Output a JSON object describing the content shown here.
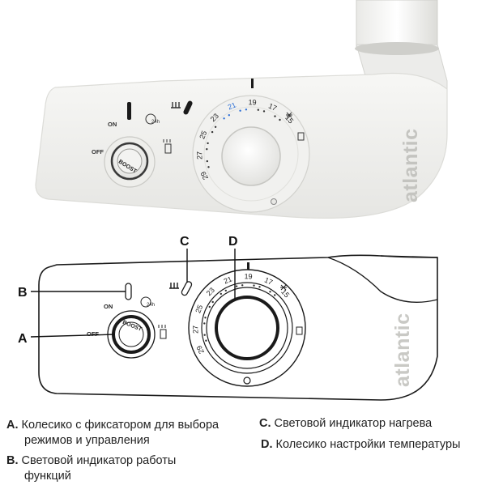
{
  "photo": {
    "brand": "atlantic",
    "mode_on": "ON",
    "mode_off": "OFF",
    "boost": "BOOST",
    "timer_24h": "24h",
    "dial_numbers": [
      "29",
      "27",
      "25",
      "23",
      "21",
      "19",
      "17",
      "15"
    ],
    "colors": {
      "body": "#f3f3f1",
      "shadow": "#d9d9d6",
      "accent_blue": "#2c6fd6",
      "indicator": "#1a1a1a"
    }
  },
  "drawing": {
    "brand": "atlantic",
    "mode_on": "ON",
    "mode_off": "OFF",
    "boost": "BOOST",
    "timer_24h": "24h",
    "dial_numbers": [
      "29",
      "27",
      "25",
      "23",
      "21",
      "19",
      "17",
      "15"
    ],
    "callouts": {
      "A": "A",
      "B": "B",
      "C": "C",
      "D": "D"
    }
  },
  "legend": {
    "a_letter": "A.",
    "a_text_1": "Колесико с фиксатором для выбора",
    "a_text_2": "режимов и управления",
    "b_letter": "B.",
    "b_text_1": "Световой индикатор работы",
    "b_text_2": "функций",
    "c_letter": "C.",
    "c_text": "Световой индикатор нагрева",
    "d_letter": "D.",
    "d_text": "Колесико настройки температуры"
  }
}
